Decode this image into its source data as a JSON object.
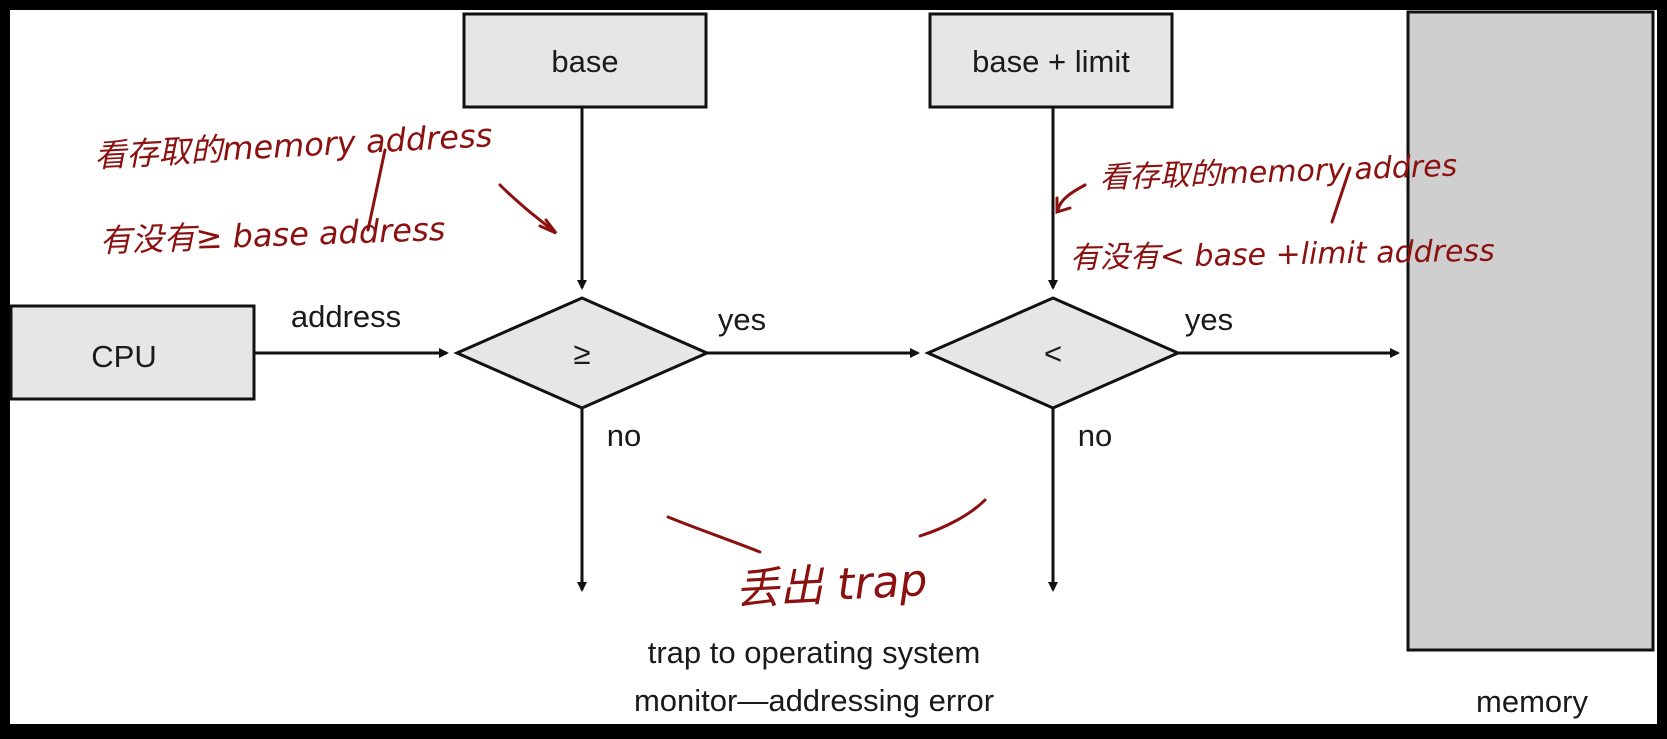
{
  "diagram": {
    "boxes": {
      "base": "base",
      "base_limit": "base + limit",
      "cpu": "CPU"
    },
    "comparators": {
      "first": "≥",
      "second": "<"
    },
    "edges": {
      "address": "address",
      "yes_1": "yes",
      "yes_2": "yes",
      "no_1": "no",
      "no_2": "no"
    },
    "trap": {
      "line1": "trap to operating system",
      "line2": "monitor—addressing error"
    },
    "memory_label": "memory"
  },
  "annotations": {
    "note_left_line1": "看存取的memory address",
    "note_left_line2": "有没有≥ base address",
    "note_right_line1": "看存取的memory addres",
    "note_right_line2": "有没有< base +limit address",
    "note_trap": "丢出 trap"
  },
  "colors": {
    "frame": "#000000",
    "canvas": "#ffffff",
    "box_fill": "#e6e6e6",
    "memory_fill": "#cfcfcf",
    "ink": "#111111",
    "handwriting": "#8b1010"
  }
}
